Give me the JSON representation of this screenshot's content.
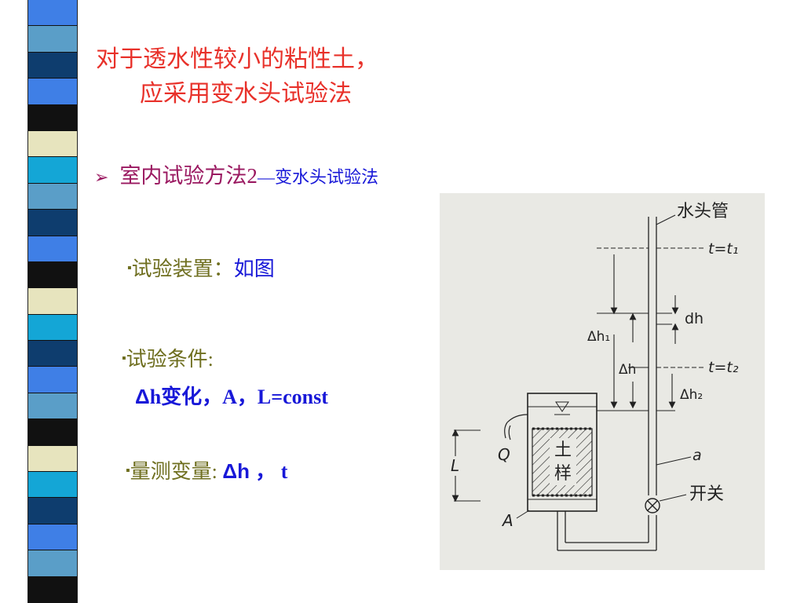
{
  "slide": {
    "title_line1": "对于透水性较小的粘性土，",
    "title_line2": "应采用变水头试验法",
    "heading_main": "室内试验方法2",
    "heading_sub": "—变水头试验法",
    "item1": {
      "bullet": "▪",
      "label": "试验装置：",
      "value": "如图"
    },
    "item2": {
      "bullet": "▪",
      "label": "试验条件:",
      "line2_delta": "Δ",
      "line2_rest": "h变化，A，L=const"
    },
    "item3": {
      "bullet": "▪",
      "label": "量测变量: ",
      "delta": "Δ",
      "value_rest": "h ，",
      "value_t": "t"
    }
  },
  "diagram": {
    "labels": {
      "water_head_tube": "水头管",
      "t_eq_t1": "t=t₁",
      "dh": "dh",
      "delta_h1": "Δh₁",
      "delta_h": "Δh",
      "t_eq_t2": "t=t₂",
      "delta_h2": "Δh₂",
      "Q": "Q",
      "soil": "土",
      "sample": "样",
      "L": "L",
      "a": "a",
      "switch": "开关",
      "A": "A"
    }
  },
  "colors": {
    "title": "#e8312a",
    "heading": "#9a1860",
    "label": "#6f6f20",
    "value": "#1818d8",
    "stripe": [
      "#3f7fe6",
      "#0e3d6e",
      "#e7e4be",
      "#5a9ec8",
      "#111111",
      "#14a6d6"
    ]
  }
}
